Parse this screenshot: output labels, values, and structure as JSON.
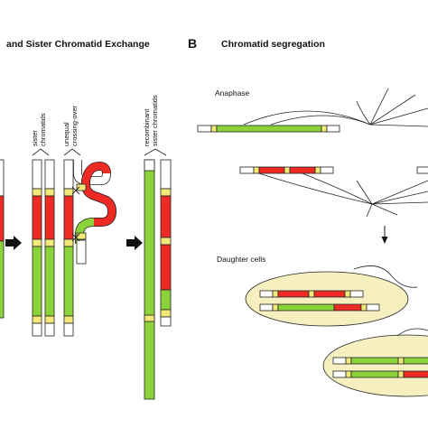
{
  "panel_a": {
    "title": "and  Sister Chromatid Exchange",
    "label_sister_1": "sister",
    "label_sister_2": "chromatids",
    "label_unequal_1": "unequal",
    "label_unequal_2": "crossing-over",
    "label_recomb_1": "recombinant",
    "label_recomb_2": "sister chromatids"
  },
  "panel_b": {
    "letter": "B",
    "title": "Chromatid segregation",
    "anaphase_label": "Anaphase",
    "daughter_label": "Daughter cells"
  },
  "colors": {
    "green": "#8cd23a",
    "red": "#ee2a24",
    "yellow": "#f3e978",
    "white": "#ffffff",
    "cell": "#f6efbf",
    "outline": "#222222"
  }
}
